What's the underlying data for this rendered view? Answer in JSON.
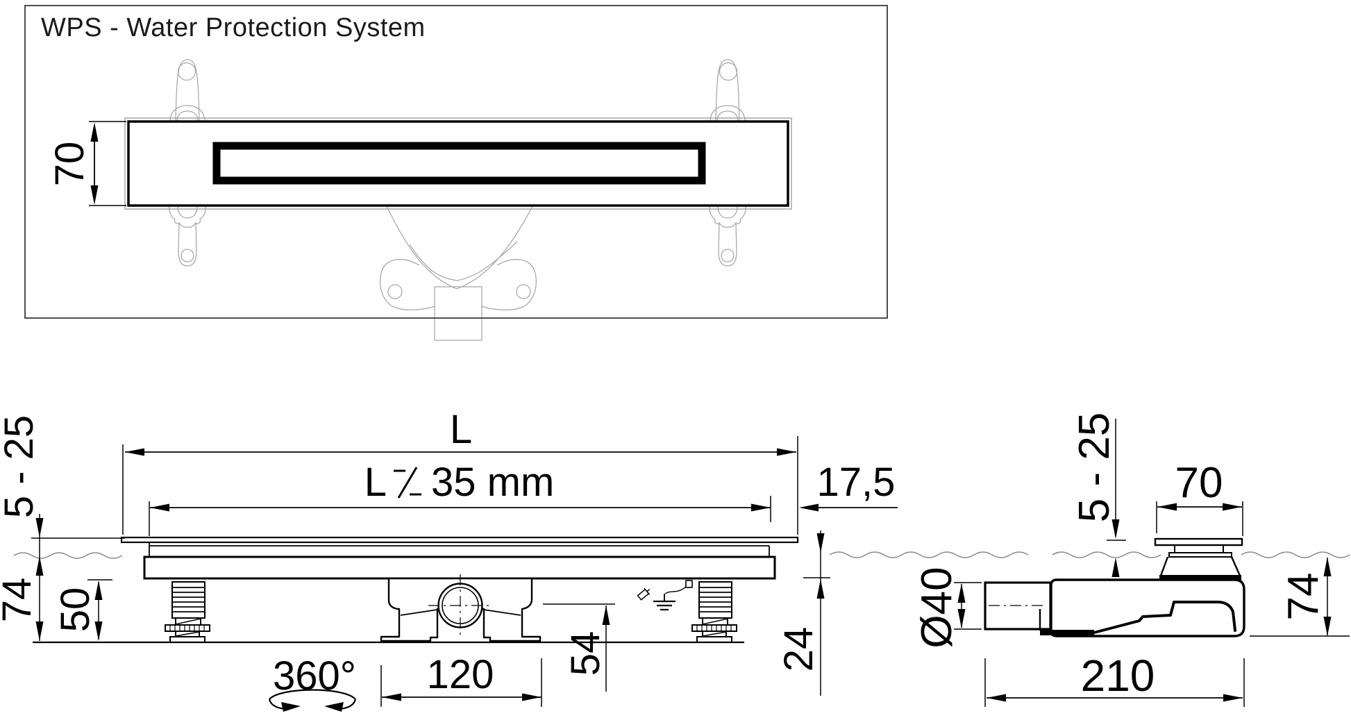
{
  "title": "WPS - Water Protection System",
  "colors": {
    "line": "#000000",
    "frame": "#4d4d4d",
    "light_outline": "#a9a9a9",
    "wave": "#8a8a8a",
    "background": "#ffffff"
  },
  "top_view": {
    "channel_height": "70"
  },
  "front_view": {
    "length_label": "L",
    "grate_length_prefix": "L",
    "grate_length_suffix": "35 mm",
    "grate_length_full": "L ⁒ 35 mm",
    "end_offset": "17,5",
    "tile_buildup_range": "5 - 25",
    "installation_height": "74",
    "foot_adjustment_height": "50",
    "foot_rotation": "360°",
    "trap_width": "120",
    "outlet_centre_depth": "54",
    "channel_body_height": "24"
  },
  "side_view": {
    "tile_buildup_range": "5 - 25",
    "grate_width": "70",
    "outlet_diameter": "Ø40",
    "installation_height": "74",
    "overall_length": "210"
  }
}
